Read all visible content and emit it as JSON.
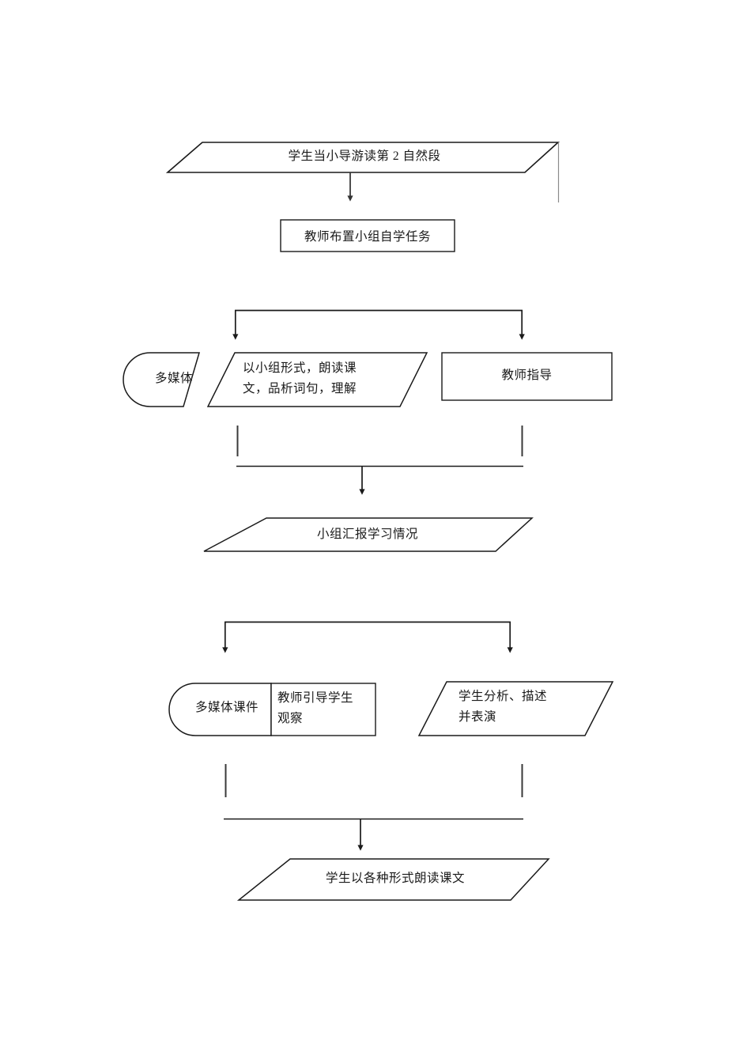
{
  "document": {
    "type": "flowchart",
    "title": "教学流程图",
    "language": "zh",
    "background_color": "#ffffff",
    "line_color": "#1a1a1a",
    "text_color": "#1a1a1a"
  },
  "nodes": {
    "student_guide": {
      "label": "学生当小导游读第 2 自然段",
      "shape": "parallelogram"
    },
    "teacher_assign": {
      "label": "教师布置小组自学任务",
      "shape": "rectangle"
    },
    "multimedia_1": {
      "label": "多媒体",
      "shape": "delay-rounded-left"
    },
    "group_read": {
      "label": "以小组形式，朗读课\n文，品析词句，理解",
      "shape": "parallelogram"
    },
    "teacher_guide": {
      "label": "教师指导",
      "shape": "rectangle"
    },
    "group_report": {
      "label": "小组汇报学习情况",
      "shape": "parallelogram"
    },
    "multimedia_2": {
      "label": "多媒体课件",
      "shape": "delay-rounded-left"
    },
    "teacher_observe": {
      "label": "教师引导学生\n观察",
      "shape": "rectangle"
    },
    "student_analyze": {
      "label": "学生分析、描述\n并表演",
      "shape": "parallelogram"
    },
    "student_read_aloud": {
      "label": "学生以各种形式朗读课文",
      "shape": "parallelogram"
    }
  },
  "connectors": [
    {
      "name": "arrow-guide-to-assign",
      "from": "student_guide",
      "to": "teacher_assign",
      "style": "arrow-down"
    },
    {
      "name": "fork-assign-to-branches",
      "from": "teacher_assign",
      "to": [
        "group_read",
        "teacher_guide"
      ],
      "style": "fork-down"
    },
    {
      "name": "merge-branches-to-report",
      "from": [
        "group_read",
        "teacher_guide"
      ],
      "to": "group_report",
      "style": "merge-down"
    },
    {
      "name": "fork-report-to-branches",
      "from": "group_report",
      "to": [
        "teacher_observe",
        "student_analyze"
      ],
      "style": "fork-down"
    },
    {
      "name": "merge-branches-to-read-aloud",
      "from": [
        "teacher_observe",
        "student_analyze"
      ],
      "to": "student_read_aloud",
      "style": "merge-down"
    }
  ]
}
